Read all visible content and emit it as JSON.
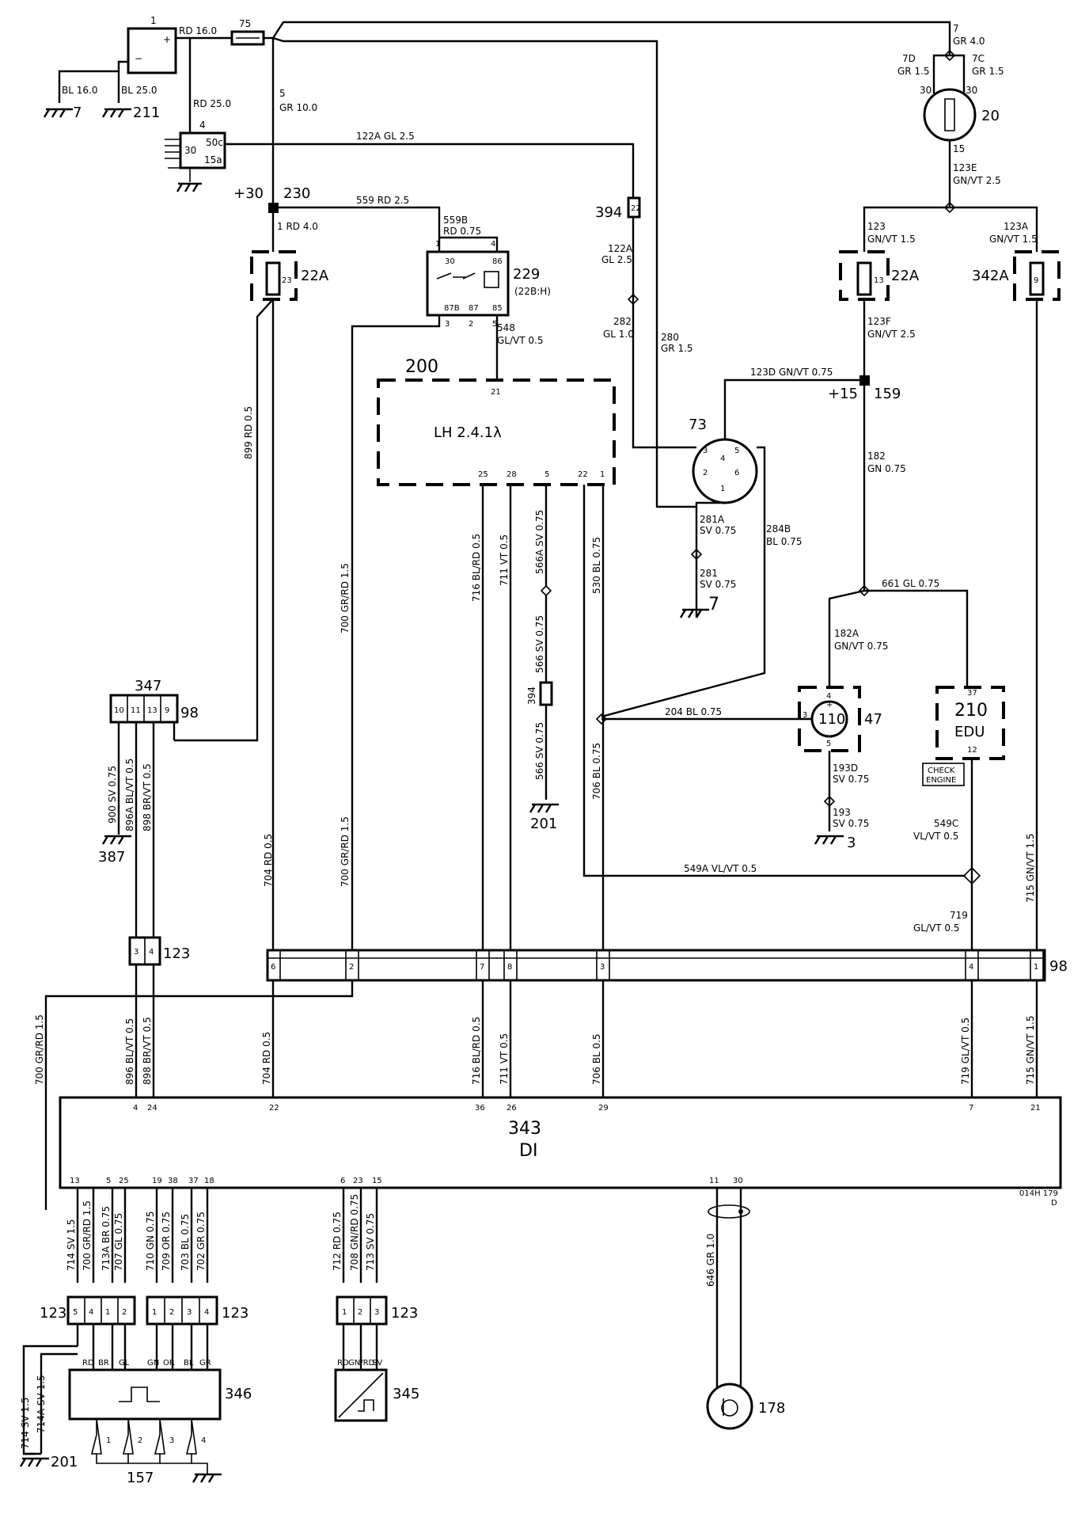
{
  "battery": {
    "id": "1",
    "plus": "+",
    "minus": "−",
    "w1": "RD 16.0",
    "w2": "BL 16.0",
    "w3": "BL 25.0",
    "w4": "RD 25.0",
    "g1": "7",
    "g2": "211"
  },
  "fuse75": {
    "id": "75",
    "w_out": "5",
    "w_out2": "GR 10.0"
  },
  "starter": {
    "id": "4",
    "p50": "50c",
    "p30": "30",
    "p15": "15a"
  },
  "node230": {
    "plus": "+30",
    "id": "230",
    "wire": "1 RD 4.0"
  },
  "w122a": "122A GL 2.5",
  "w559": "559 RD 2.5",
  "w559b": "559B",
  "w559b2": "RD 0.75",
  "relay229": {
    "id": "229",
    "sub": "(22B:H)",
    "p30": "30",
    "p86": "86",
    "p87b": "87B",
    "p87": "87",
    "p85": "85",
    "n1": "1",
    "n4": "4",
    "n3": "3",
    "n2": "2",
    "n5": "5"
  },
  "w548": "548",
  "w548b": "GL/VT 0.5",
  "fuse22a_left": {
    "pin": "23",
    "id": "22A"
  },
  "w899": "899 RD 0.5",
  "w700": "700 GR/RD 1.5",
  "ecu200": {
    "id": "200",
    "label": "LH 2.4.1λ",
    "p21": "21",
    "p25": "25",
    "p28": "28",
    "p5": "5",
    "p22": "22",
    "p1": "1"
  },
  "conn394a": {
    "id": "394",
    "pin": "22"
  },
  "w122a2": "122A",
  "w122a2b": "GL 2.5",
  "w282": "282",
  "w282b": "GL 1.0",
  "w280": "280",
  "w280b": "GR 1.5",
  "ign73": {
    "id": "73",
    "p4": "4",
    "p3": "3",
    "p5": "5",
    "p2": "2",
    "p6": "6",
    "p1": "1"
  },
  "w281a": "281A",
  "w281ab": "SV 0.75",
  "w281": "281",
  "w281b": "SV 0.75",
  "g7b": "7",
  "w284b": "284B",
  "w284bb": "BL 0.75",
  "w123d": "123D GN/VT 0.75",
  "node159": {
    "plus": "+15",
    "id": "159"
  },
  "w123f": "123F",
  "w123fb": "GN/VT 2.5",
  "w182": "182",
  "w182b": "GN 0.75",
  "w661": "661 GL 0.75",
  "w182a": "182A",
  "w182ab": "GN/VT 0.75",
  "comp110": {
    "id": "110",
    "sub": "47",
    "p4": "4",
    "p3": "3",
    "p5": "5",
    "plus": "+",
    "minus": "−"
  },
  "w204": "204 BL 0.75",
  "w193d": "193D",
  "w193db": "SV 0.75",
  "w193": "193",
  "w193b": "SV 0.75",
  "g3": "3",
  "edu210": {
    "id": "210",
    "label": "EDU",
    "p37": "37",
    "p12": "12",
    "check1": "CHECK",
    "check2": "ENGINE"
  },
  "w549c": "549C",
  "w549cb": "VL/VT 0.5",
  "w549a": "549A VL/VT 0.5",
  "w719": "719",
  "w719b": "GL/VT 0.5",
  "ignsw20": {
    "id": "20",
    "p30a": "30",
    "p30b": "30",
    "p15": "15",
    "w7": "7",
    "w7b": "GR 4.0",
    "w7d": "7D",
    "w7db": "GR 1.5",
    "w7c": "7C",
    "w7cb": "GR 1.5",
    "w123e": "123E",
    "w123eb": "GN/VT 2.5"
  },
  "w123": "123",
  "w123b": "GN/VT 1.5",
  "w123a": "123A",
  "w123ab": "GN/VT 1.5",
  "fuse22a_right": {
    "pin": "13",
    "id": "22A"
  },
  "fuse342a": {
    "pin": "9",
    "id": "342A"
  },
  "w716": "716 BL/RD 0.5",
  "w711": "711 VT 0.5",
  "w566a": "566A SV 0.75",
  "w530": "530 BL 0.75",
  "conn394b": {
    "id": "394"
  },
  "w566": "566 SV 0.75",
  "w566b": "566 SV 0.75",
  "g201": "201",
  "w706": "706 BL 0.75",
  "conn347": {
    "id": "347",
    "p10": "10",
    "p11": "11",
    "p13": "13",
    "p9": "9",
    "sub": "98"
  },
  "w900": "900 SV 0.75",
  "w896a": "896A BL/VT 0.5",
  "w898": "898 BR/VT 0.5",
  "g387": "387",
  "conn123a": {
    "id": "123",
    "p3": "3",
    "p4": "4"
  },
  "bus98": {
    "id": "98",
    "p6": "6",
    "p2": "2",
    "p7": "7",
    "p8": "8",
    "p3": "3",
    "p4": "4",
    "p1": "1"
  },
  "w704": "704 RD 0.5",
  "w700b": "700 GR/RD 1.5",
  "w715": "715 GN/VT 1.5",
  "lower": {
    "w700c": "700 GR/RD 1.5",
    "w896": "896 BL/VT 0.5",
    "w898": "898 BR/VT 0.5",
    "w704": "704 RD 0.5",
    "w716": "716 BL/RD 0.5",
    "w711": "711 VT 0.5",
    "w706": "706 BL 0.5",
    "w719": "719 GL/VT 0.5",
    "w715": "715 GN/VT 1.5"
  },
  "di343": {
    "id": "343",
    "label": "DI",
    "code1": "014H 179",
    "code2": "D",
    "top": [
      "4",
      "24",
      "22",
      "36",
      "26",
      "29",
      "7",
      "21"
    ],
    "bottom": [
      "13",
      "5",
      "25",
      "19",
      "38",
      "37",
      "18",
      "6",
      "23",
      "15",
      "11",
      "30"
    ]
  },
  "bottomwires": [
    "714 SV 1.5",
    "700 GR/RD 1.5",
    "713A BR 0.75",
    "707 GL 0.75",
    "710 GN 0.75",
    "709 OR 0.75",
    "703 BL 0.75",
    "702 GR 0.75",
    "712 RD 0.75",
    "708 GN/RD 0.75",
    "713 SV 0.75",
    "646 GR 1.0"
  ],
  "conn123b": {
    "id": "123",
    "pins": [
      "5",
      "4",
      "1",
      "2"
    ]
  },
  "conn123c": {
    "id": "123",
    "pins": [
      "1",
      "2",
      "3",
      "4"
    ]
  },
  "conn123d": {
    "id": "123",
    "pins": [
      "1",
      "2",
      "3"
    ]
  },
  "mod346": {
    "id": "346",
    "labels": [
      "RD",
      "BR",
      "GL",
      "GN",
      "OR",
      "BL",
      "GR"
    ]
  },
  "mod345": {
    "id": "345",
    "labels": [
      "RD",
      "GN/RD",
      "SV"
    ]
  },
  "coils157": {
    "id": "157",
    "n": [
      "1",
      "2",
      "3",
      "4"
    ]
  },
  "w714": "714 SV 1.5",
  "w714a": "714A SV 1.5",
  "g201b": "201",
  "knock178": {
    "id": "178"
  }
}
